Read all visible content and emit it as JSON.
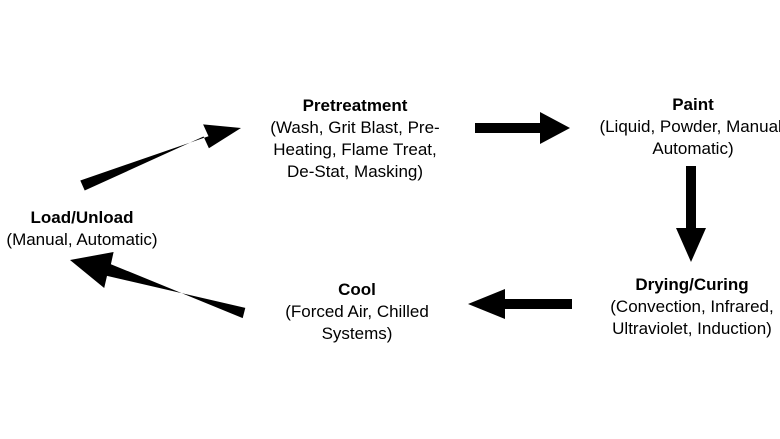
{
  "colors": {
    "arrow": "#000000",
    "text": "#000000",
    "background": "#ffffff"
  },
  "nodes": {
    "load": {
      "title": "Load/Unload",
      "lines": [
        "(Manual, Automatic)"
      ]
    },
    "pretreatment": {
      "title": "Pretreatment",
      "lines": [
        "(Wash, Grit Blast, Pre-",
        "Heating, Flame Treat,",
        "De-Stat, Masking)"
      ]
    },
    "paint": {
      "title": "Paint",
      "lines": [
        "(Liquid, Powder, Manual,",
        "Automatic)"
      ]
    },
    "drying": {
      "title": "Drying/Curing",
      "lines": [
        "(Convection, Infrared,",
        "Ultraviolet, Induction)"
      ]
    },
    "cool": {
      "title": "Cool",
      "lines": [
        "(Forced Air, Chilled",
        "Systems)"
      ]
    }
  }
}
